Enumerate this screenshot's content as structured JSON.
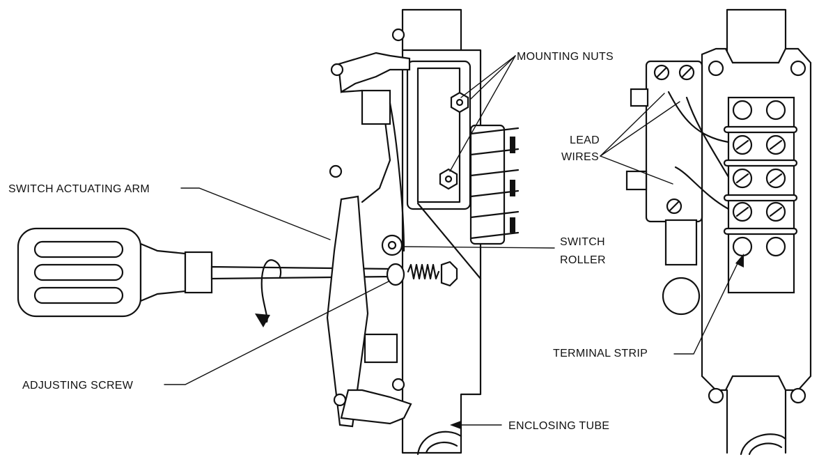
{
  "labels": {
    "mounting_nuts": "MOUNTING NUTS",
    "lead_wires_line1": "LEAD",
    "lead_wires_line2": "WIRES",
    "switch_actuating_arm": "SWITCH ACTUATING ARM",
    "switch_roller_line1": "SWITCH",
    "switch_roller_line2": "ROLLER",
    "adjusting_screw": "ADJUSTING SCREW",
    "terminal_strip": "TERMINAL STRIP",
    "enclosing_tube": "ENCLOSING TUBE"
  },
  "colors": {
    "ink": "#111111",
    "paper": "#ffffff"
  }
}
